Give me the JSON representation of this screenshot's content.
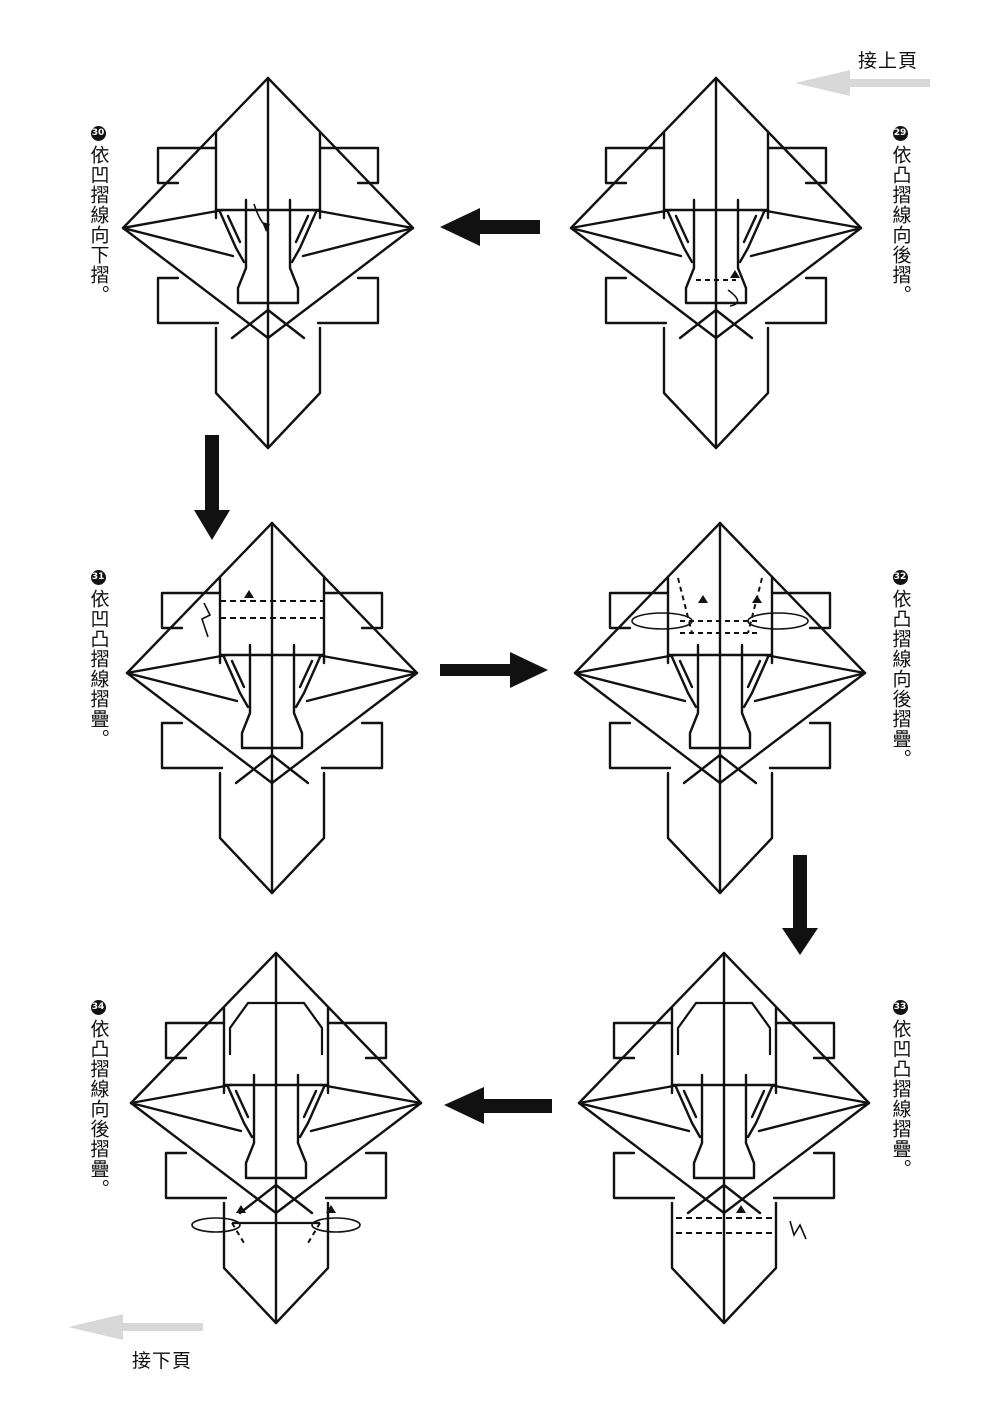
{
  "navigation": {
    "prev_label": "接上頁",
    "next_label": "接下頁"
  },
  "steps": [
    {
      "number": "29",
      "instruction": "依凸摺線向後摺。"
    },
    {
      "number": "30",
      "instruction": "依凹摺線向下摺。"
    },
    {
      "number": "31",
      "instruction": "依凹凸摺線摺疊。"
    },
    {
      "number": "32",
      "instruction": "依凸摺線向後摺疊。"
    },
    {
      "number": "33",
      "instruction": "依凹凸摺線摺疊。"
    },
    {
      "number": "34",
      "instruction": "依凸摺線向後摺疊。"
    }
  ],
  "colors": {
    "ink": "#111111",
    "nav_arrow": "#d8d8d8"
  },
  "icons": {
    "flow_arrow": "arrow-icon",
    "valley_fold_symbol": "fold-arrow-icon"
  }
}
